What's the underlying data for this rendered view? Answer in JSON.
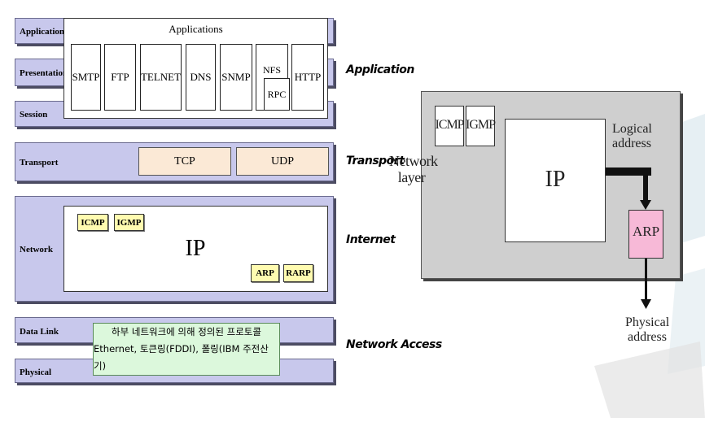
{
  "osi_layers": {
    "application": "Application",
    "presentation": "Presentation",
    "session": "Session",
    "transport": "Transport",
    "network": "Network",
    "data_link": "Data Link",
    "physical": "Physical"
  },
  "applications": {
    "title": "Applications",
    "protocols": [
      "SMTP",
      "FTP",
      "TELNET",
      "DNS",
      "SNMP"
    ],
    "nfs": "NFS",
    "rpc": "RPC",
    "http": "HTTP"
  },
  "transport": {
    "tcp": "TCP",
    "udp": "UDP"
  },
  "network": {
    "icmp": "ICMP",
    "igmp": "IGMP",
    "ip": "IP",
    "arp": "ARP",
    "rarp": "RARP"
  },
  "lower": {
    "line1": "하부 네트워크에 의해 정의된 프로토콜",
    "line2": "Ethernet, 토큰링(FDDI), 폴링(IBM 주전산기)"
  },
  "tcpip_layers": {
    "application": "Application",
    "transport": "Transport",
    "internet": "Internet",
    "network_access": "Network Access"
  },
  "right_diagram": {
    "network_layer": [
      "Network",
      "layer"
    ],
    "icmp": "ICMP",
    "igmp": "IGMP",
    "ip": "IP",
    "logical_address": [
      "Logical",
      "address"
    ],
    "arp": "ARP",
    "physical_address": [
      "Physical",
      "address"
    ],
    "arp_color": "#f7b9d7"
  }
}
